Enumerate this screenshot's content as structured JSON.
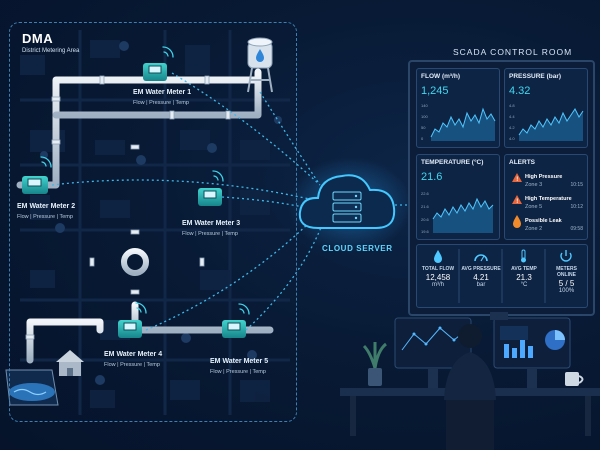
{
  "dma": {
    "title": "DMA",
    "subtitle": "District Metering Area"
  },
  "meters": [
    {
      "title": "EM Water Meter 1",
      "sub": "Flow  |  Pressure  |  Temp"
    },
    {
      "title": "EM Water Meter 2",
      "sub": "Flow  |  Pressure  |  Temp"
    },
    {
      "title": "EM Water Meter 3",
      "sub": "Flow  |  Pressure  |  Temp"
    },
    {
      "title": "EM Water Meter 4",
      "sub": "Flow  |  Pressure  |  Temp"
    },
    {
      "title": "EM Water Meter 5",
      "sub": "Flow  |  Pressure  |  Temp"
    }
  ],
  "cloud": {
    "label": "CLOUD SERVER"
  },
  "scada": {
    "title": "SCADA CONTROL ROOM",
    "flow": {
      "title": "FLOW (m³/h)",
      "value": "1,245",
      "ticks": [
        "140",
        "100",
        "50",
        "0"
      ]
    },
    "pressure": {
      "title": "PRESSURE (bar)",
      "value": "4.32",
      "ticks": [
        "4.8",
        "4.4",
        "4.2",
        "4.0"
      ]
    },
    "temperature": {
      "title": "TEMPERATURE (°C)",
      "value": "21.6",
      "ticks": [
        "22.6",
        "21.6",
        "20.6",
        "19.6"
      ]
    },
    "alerts": {
      "title": "ALERTS",
      "items": [
        {
          "title": "High Pressure",
          "zone": "Zone 3",
          "time": "10:15",
          "color": "#e8643a"
        },
        {
          "title": "High Temperature",
          "zone": "Zone 5",
          "time": "10:12",
          "color": "#e8643a"
        },
        {
          "title": "Possible Leak",
          "zone": "Zone 2",
          "time": "09:58",
          "color": "#f08a2a"
        }
      ]
    },
    "kpis": [
      {
        "label": "TOTAL FLOW",
        "value": "12,458",
        "unit": "m³/h",
        "icon": "water-drop-icon"
      },
      {
        "label": "AVG PRESSURE",
        "value": "4.21",
        "unit": "bar",
        "icon": "gauge-icon"
      },
      {
        "label": "AVG TEMP",
        "value": "21.3",
        "unit": "°C",
        "icon": "thermometer-icon"
      },
      {
        "label": "METERS ONLINE",
        "value": "5 / 5",
        "unit": "100%",
        "icon": "power-icon"
      }
    ]
  },
  "colors": {
    "background": "#07162e",
    "pipe": "#cfd8e2",
    "meter": "#27b5b5",
    "accent": "#40d8f0",
    "signal": "#3fb7e8"
  }
}
